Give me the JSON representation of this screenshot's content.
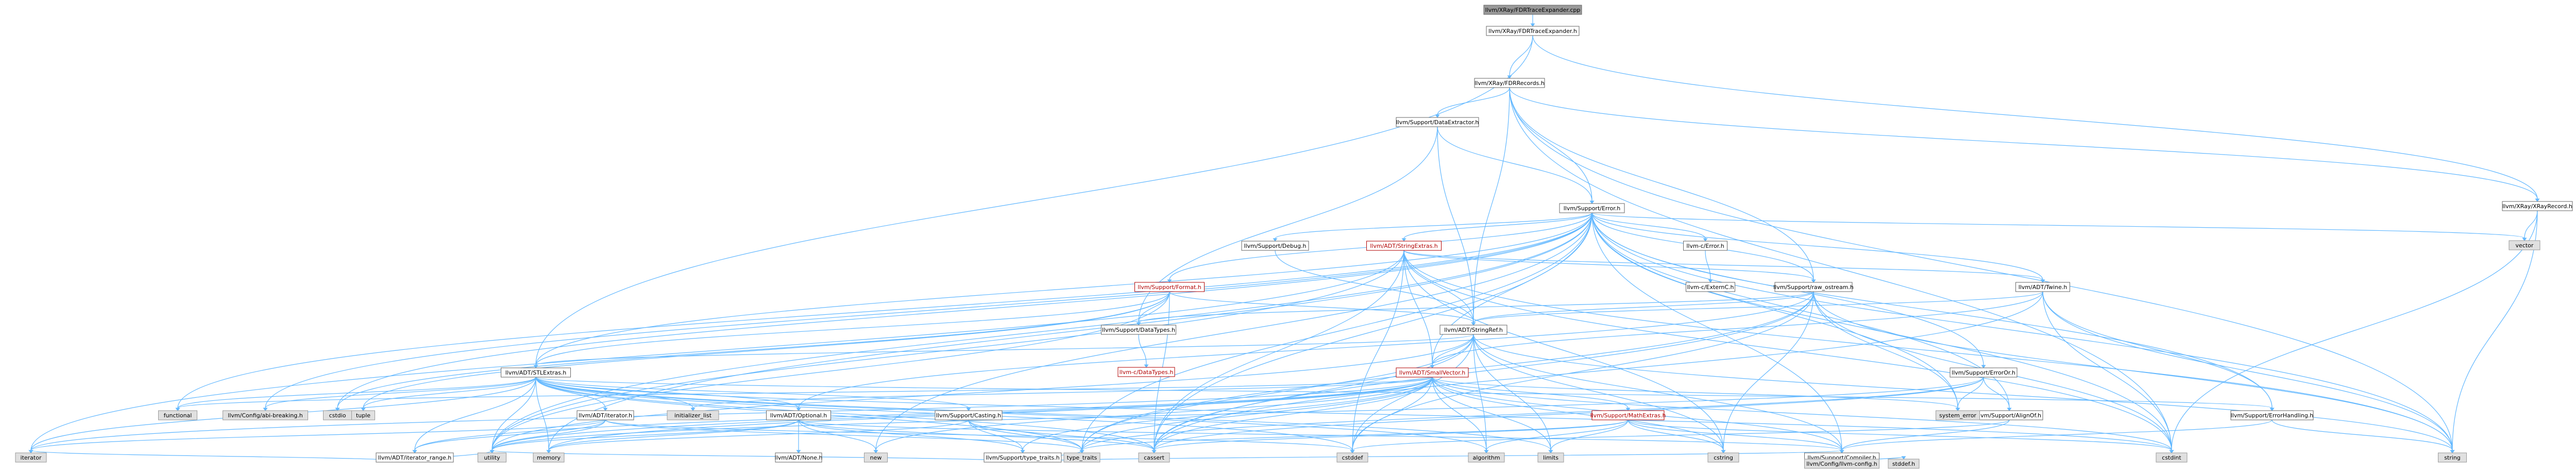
{
  "graph": {
    "nodes": [
      {
        "id": "root",
        "label": "llvm/XRay/FDRTraceExpander.cpp",
        "kind": "root"
      },
      {
        "id": "fdrtraceexpander_h",
        "label": "llvm/XRay/FDRTraceExpander.h",
        "kind": "white"
      },
      {
        "id": "fdrrecords_h",
        "label": "llvm/XRay/FDRRecords.h",
        "kind": "white"
      },
      {
        "id": "dataextractor_h",
        "label": "llvm/Support/DataExtractor.h",
        "kind": "white"
      },
      {
        "id": "xrayrecord_h",
        "label": "llvm/XRay/XRayRecord.h",
        "kind": "white"
      },
      {
        "id": "error_h",
        "label": "llvm/Support/Error.h",
        "kind": "white"
      },
      {
        "id": "vector",
        "label": "vector",
        "kind": "grey"
      },
      {
        "id": "debug_h",
        "label": "llvm/Support/Debug.h",
        "kind": "white"
      },
      {
        "id": "stringextras_h",
        "label": "llvm/ADT/StringExtras.h",
        "kind": "red"
      },
      {
        "id": "c_error_h",
        "label": "llvm-c/Error.h",
        "kind": "white"
      },
      {
        "id": "c_externc_h",
        "label": "llvm-c/ExternC.h",
        "kind": "white"
      },
      {
        "id": "format_h",
        "label": "llvm/Support/Format.h",
        "kind": "red"
      },
      {
        "id": "datatypes_h",
        "label": "llvm/Support/DataTypes.h",
        "kind": "white"
      },
      {
        "id": "c_datatypes_h",
        "label": "llvm-c/DataTypes.h",
        "kind": "red"
      },
      {
        "id": "raw_ostream_h",
        "label": "llvm/Support/raw_ostream.h",
        "kind": "white"
      },
      {
        "id": "twine_h",
        "label": "llvm/ADT/Twine.h",
        "kind": "white"
      },
      {
        "id": "stringref_h",
        "label": "llvm/ADT/StringRef.h",
        "kind": "white"
      },
      {
        "id": "stlextras_h",
        "label": "llvm/ADT/STLExtras.h",
        "kind": "white"
      },
      {
        "id": "smallvector_h",
        "label": "llvm/ADT/SmallVector.h",
        "kind": "red"
      },
      {
        "id": "erroror_h",
        "label": "llvm/Support/ErrorOr.h",
        "kind": "white"
      },
      {
        "id": "mathextras_h",
        "label": "llvm/Support/MathExtras.h",
        "kind": "red"
      },
      {
        "id": "alignof_h",
        "label": "llvm/Support/AlignOf.h",
        "kind": "white"
      },
      {
        "id": "errorhandling_h",
        "label": "llvm/Support/ErrorHandling.h",
        "kind": "white"
      },
      {
        "id": "adt_iterator_h",
        "label": "llvm/ADT/iterator.h",
        "kind": "white"
      },
      {
        "id": "optional_h",
        "label": "llvm/ADT/Optional.h",
        "kind": "white"
      },
      {
        "id": "none_h",
        "label": "llvm/ADT/None.h",
        "kind": "white"
      },
      {
        "id": "casting_h",
        "label": "llvm/Support/Casting.h",
        "kind": "white"
      },
      {
        "id": "type_traits_h",
        "label": "llvm/Support/type_traits.h",
        "kind": "white"
      },
      {
        "id": "iterator_range_h",
        "label": "llvm/ADT/iterator_range.h",
        "kind": "white"
      },
      {
        "id": "compiler_h",
        "label": "llvm/Support/Compiler.h",
        "kind": "white"
      },
      {
        "id": "config_h",
        "label": "llvm/Config/llvm-config.h",
        "kind": "grey"
      },
      {
        "id": "stddef_h",
        "label": "stddef.h",
        "kind": "grey"
      },
      {
        "id": "functional",
        "label": "functional",
        "kind": "grey"
      },
      {
        "id": "abi_breaking_h",
        "label": "llvm/Config/abi-breaking.h",
        "kind": "grey"
      },
      {
        "id": "cstdio",
        "label": "cstdio",
        "kind": "grey"
      },
      {
        "id": "tuple",
        "label": "tuple",
        "kind": "grey"
      },
      {
        "id": "initializer_list",
        "label": "initializer_list",
        "kind": "grey"
      },
      {
        "id": "memory",
        "label": "memory",
        "kind": "grey"
      },
      {
        "id": "new",
        "label": "new",
        "kind": "grey"
      },
      {
        "id": "cassert",
        "label": "cassert",
        "kind": "grey"
      },
      {
        "id": "cstddef",
        "label": "cstddef",
        "kind": "grey"
      },
      {
        "id": "algorithm",
        "label": "algorithm",
        "kind": "grey"
      },
      {
        "id": "limits",
        "label": "limits",
        "kind": "grey"
      },
      {
        "id": "cstring",
        "label": "cstring",
        "kind": "grey"
      },
      {
        "id": "system_error",
        "label": "system_error",
        "kind": "grey"
      },
      {
        "id": "cstdint",
        "label": "cstdint",
        "kind": "grey"
      },
      {
        "id": "string",
        "label": "string",
        "kind": "grey"
      },
      {
        "id": "iterator",
        "label": "iterator",
        "kind": "grey"
      },
      {
        "id": "utility",
        "label": "utility",
        "kind": "grey"
      },
      {
        "id": "type_traits",
        "label": "type_traits",
        "kind": "grey"
      }
    ],
    "edges": [
      [
        "root",
        "fdrtraceexpander_h"
      ],
      [
        "fdrtraceexpander_h",
        "fdrrecords_h"
      ],
      [
        "fdrtraceexpander_h",
        "stlextras_h"
      ],
      [
        "fdrtraceexpander_h",
        "xrayrecord_h"
      ],
      [
        "fdrrecords_h",
        "dataextractor_h"
      ],
      [
        "fdrrecords_h",
        "error_h"
      ],
      [
        "fdrrecords_h",
        "stringref_h"
      ],
      [
        "fdrrecords_h",
        "xrayrecord_h"
      ],
      [
        "fdrrecords_h",
        "cstdint"
      ],
      [
        "fdrrecords_h",
        "string"
      ],
      [
        "fdrrecords_h",
        "raw_ostream_h"
      ],
      [
        "dataextractor_h",
        "error_h"
      ],
      [
        "dataextractor_h",
        "stringref_h"
      ],
      [
        "dataextractor_h",
        "datatypes_h"
      ],
      [
        "xrayrecord_h",
        "cstdint"
      ],
      [
        "xrayrecord_h",
        "vector"
      ],
      [
        "xrayrecord_h",
        "string"
      ],
      [
        "error_h",
        "c_error_h"
      ],
      [
        "error_h",
        "stlextras_h"
      ],
      [
        "error_h",
        "smallvector_h"
      ],
      [
        "error_h",
        "stringextras_h"
      ],
      [
        "error_h",
        "twine_h"
      ],
      [
        "error_h",
        "abi_breaking_h"
      ],
      [
        "error_h",
        "alignof_h"
      ],
      [
        "error_h",
        "compiler_h"
      ],
      [
        "error_h",
        "debug_h"
      ],
      [
        "error_h",
        "errorhandling_h"
      ],
      [
        "error_h",
        "erroror_h"
      ],
      [
        "error_h",
        "format_h"
      ],
      [
        "error_h",
        "raw_ostream_h"
      ],
      [
        "error_h",
        "cassert"
      ],
      [
        "error_h",
        "cstdint"
      ],
      [
        "error_h",
        "cstdlib_skip"
      ],
      [
        "error_h",
        "functional"
      ],
      [
        "error_h",
        "memory"
      ],
      [
        "error_h",
        "new"
      ],
      [
        "error_h",
        "string"
      ],
      [
        "error_h",
        "system_error"
      ],
      [
        "error_h",
        "type_traits"
      ],
      [
        "error_h",
        "utility"
      ],
      [
        "error_h",
        "vector"
      ],
      [
        "error_h",
        "cstdio"
      ],
      [
        "debug_h",
        "stringref_h"
      ],
      [
        "stringextras_h",
        "stringref_h"
      ],
      [
        "stringextras_h",
        "twine_h"
      ],
      [
        "stringextras_h",
        "cassert"
      ],
      [
        "stringextras_h",
        "cstddef"
      ],
      [
        "stringextras_h",
        "cstdint"
      ],
      [
        "stringextras_h",
        "cstring"
      ],
      [
        "stringextras_h",
        "iterator"
      ],
      [
        "stringextras_h",
        "string"
      ],
      [
        "stringextras_h",
        "utility"
      ],
      [
        "stringextras_h",
        "raw_ostream_h"
      ],
      [
        "stringextras_h",
        "smallvector_h"
      ],
      [
        "c_error_h",
        "c_externc_h"
      ],
      [
        "format_h",
        "stlextras_h"
      ],
      [
        "format_h",
        "stringref_h"
      ],
      [
        "format_h",
        "datatypes_h"
      ],
      [
        "format_h",
        "cassert"
      ],
      [
        "format_h",
        "cstdio"
      ],
      [
        "format_h",
        "tuple"
      ],
      [
        "format_h",
        "utility"
      ],
      [
        "datatypes_h",
        "c_datatypes_h"
      ],
      [
        "raw_ostream_h",
        "stringref_h"
      ],
      [
        "raw_ostream_h",
        "datatypes_h"
      ],
      [
        "raw_ostream_h",
        "cassert"
      ],
      [
        "raw_ostream_h",
        "cstddef"
      ],
      [
        "raw_ostream_h",
        "cstdint"
      ],
      [
        "raw_ostream_h",
        "cstring"
      ],
      [
        "raw_ostream_h",
        "string"
      ],
      [
        "raw_ostream_h",
        "type_traits"
      ],
      [
        "raw_ostream_h",
        "system_error"
      ],
      [
        "raw_ostream_h",
        "optional_h"
      ],
      [
        "twine_h",
        "smallvector_h"
      ],
      [
        "twine_h",
        "stringref_h"
      ],
      [
        "twine_h",
        "errorhandling_h"
      ],
      [
        "twine_h",
        "cassert"
      ],
      [
        "twine_h",
        "cstdint"
      ],
      [
        "twine_h",
        "string"
      ],
      [
        "stringref_h",
        "stlextras_h"
      ],
      [
        "stringref_h",
        "compiler_h"
      ],
      [
        "stringref_h",
        "algorithm"
      ],
      [
        "stringref_h",
        "cassert"
      ],
      [
        "stringref_h",
        "cstddef"
      ],
      [
        "stringref_h",
        "cstring"
      ],
      [
        "stringref_h",
        "limits"
      ],
      [
        "stringref_h",
        "string"
      ],
      [
        "stringref_h",
        "type_traits"
      ],
      [
        "stringref_h",
        "utility"
      ],
      [
        "stringref_h",
        "smallvector_h"
      ],
      [
        "stlextras_h",
        "optional_h"
      ],
      [
        "stlextras_h",
        "adt_iterator_h"
      ],
      [
        "stlextras_h",
        "iterator_range_h"
      ],
      [
        "stlextras_h",
        "casting_h"
      ],
      [
        "stlextras_h",
        "abi_breaking_h"
      ],
      [
        "stlextras_h",
        "errorhandling_h"
      ],
      [
        "stlextras_h",
        "algorithm"
      ],
      [
        "stlextras_h",
        "cassert"
      ],
      [
        "stlextras_h",
        "cstddef"
      ],
      [
        "stlextras_h",
        "cstdint"
      ],
      [
        "stlextras_h",
        "cstdlib_skip"
      ],
      [
        "stlextras_h",
        "functional"
      ],
      [
        "stlextras_h",
        "initializer_list"
      ],
      [
        "stlextras_h",
        "iterator"
      ],
      [
        "stlextras_h",
        "limits"
      ],
      [
        "stlextras_h",
        "memory"
      ],
      [
        "stlextras_h",
        "tuple"
      ],
      [
        "stlextras_h",
        "type_traits"
      ],
      [
        "stlextras_h",
        "utility"
      ],
      [
        "smallvector_h",
        "compiler_h"
      ],
      [
        "smallvector_h",
        "mathextras_h"
      ],
      [
        "smallvector_h",
        "type_traits_h"
      ],
      [
        "smallvector_h",
        "iterator_range_h"
      ],
      [
        "smallvector_h",
        "algorithm"
      ],
      [
        "smallvector_h",
        "cassert"
      ],
      [
        "smallvector_h",
        "cstddef"
      ],
      [
        "smallvector_h",
        "cstring"
      ],
      [
        "smallvector_h",
        "functional"
      ],
      [
        "smallvector_h",
        "initializer_list"
      ],
      [
        "smallvector_h",
        "iterator"
      ],
      [
        "smallvector_h",
        "limits"
      ],
      [
        "smallvector_h",
        "memory"
      ],
      [
        "smallvector_h",
        "new"
      ],
      [
        "smallvector_h",
        "type_traits"
      ],
      [
        "smallvector_h",
        "utility"
      ],
      [
        "smallvector_h",
        "cstdint"
      ],
      [
        "smallvector_h",
        "system_error"
      ],
      [
        "erroror_h",
        "alignof_h"
      ],
      [
        "erroror_h",
        "cassert"
      ],
      [
        "erroror_h",
        "system_error"
      ],
      [
        "erroror_h",
        "type_traits"
      ],
      [
        "erroror_h",
        "utility"
      ],
      [
        "mathextras_h",
        "compiler_h"
      ],
      [
        "mathextras_h",
        "algorithm"
      ],
      [
        "mathextras_h",
        "cassert"
      ],
      [
        "mathextras_h",
        "climits_skip"
      ],
      [
        "mathextras_h",
        "cstring"
      ],
      [
        "mathextras_h",
        "limits"
      ],
      [
        "mathextras_h",
        "type_traits"
      ],
      [
        "mathextras_h",
        "cstdint"
      ],
      [
        "alignof_h",
        "compiler_h"
      ],
      [
        "alignof_h",
        "cstddef"
      ],
      [
        "errorhandling_h",
        "compiler_h"
      ],
      [
        "errorhandling_h",
        "string"
      ],
      [
        "adt_iterator_h",
        "iterator_range_h"
      ],
      [
        "adt_iterator_h",
        "cstddef"
      ],
      [
        "adt_iterator_h",
        "iterator"
      ],
      [
        "adt_iterator_h",
        "type_traits"
      ],
      [
        "adt_iterator_h",
        "utility"
      ],
      [
        "optional_h",
        "none_h"
      ],
      [
        "optional_h",
        "compiler_h"
      ],
      [
        "optional_h",
        "type_traits_h"
      ],
      [
        "optional_h",
        "cassert"
      ],
      [
        "optional_h",
        "memory"
      ],
      [
        "optional_h",
        "new"
      ],
      [
        "optional_h",
        "utility"
      ],
      [
        "casting_h",
        "type_traits_h"
      ],
      [
        "casting_h",
        "cassert"
      ],
      [
        "casting_h",
        "memory"
      ],
      [
        "casting_h",
        "type_traits"
      ],
      [
        "type_traits_h",
        "compiler_h"
      ],
      [
        "type_traits_h",
        "type_traits"
      ],
      [
        "type_traits_h",
        "utility"
      ],
      [
        "iterator_range_h",
        "iterator"
      ],
      [
        "iterator_range_h",
        "utility"
      ],
      [
        "compiler_h",
        "config_h"
      ],
      [
        "compiler_h",
        "stddef_h"
      ]
    ]
  }
}
